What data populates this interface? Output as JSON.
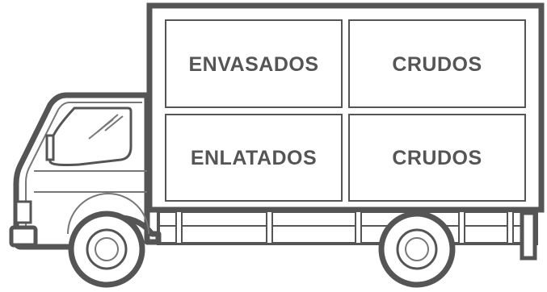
{
  "compartments": [
    {
      "label": "ENVASADOS"
    },
    {
      "label": "CRUDOS"
    },
    {
      "label": "ENLATADOS"
    },
    {
      "label": "CRUDOS"
    }
  ],
  "colors": {
    "outline": "#555555",
    "outline_light": "#777777",
    "fill": "#ffffff",
    "text": "#555555"
  },
  "icons": [
    "truck-icon",
    "wheel-icon"
  ]
}
